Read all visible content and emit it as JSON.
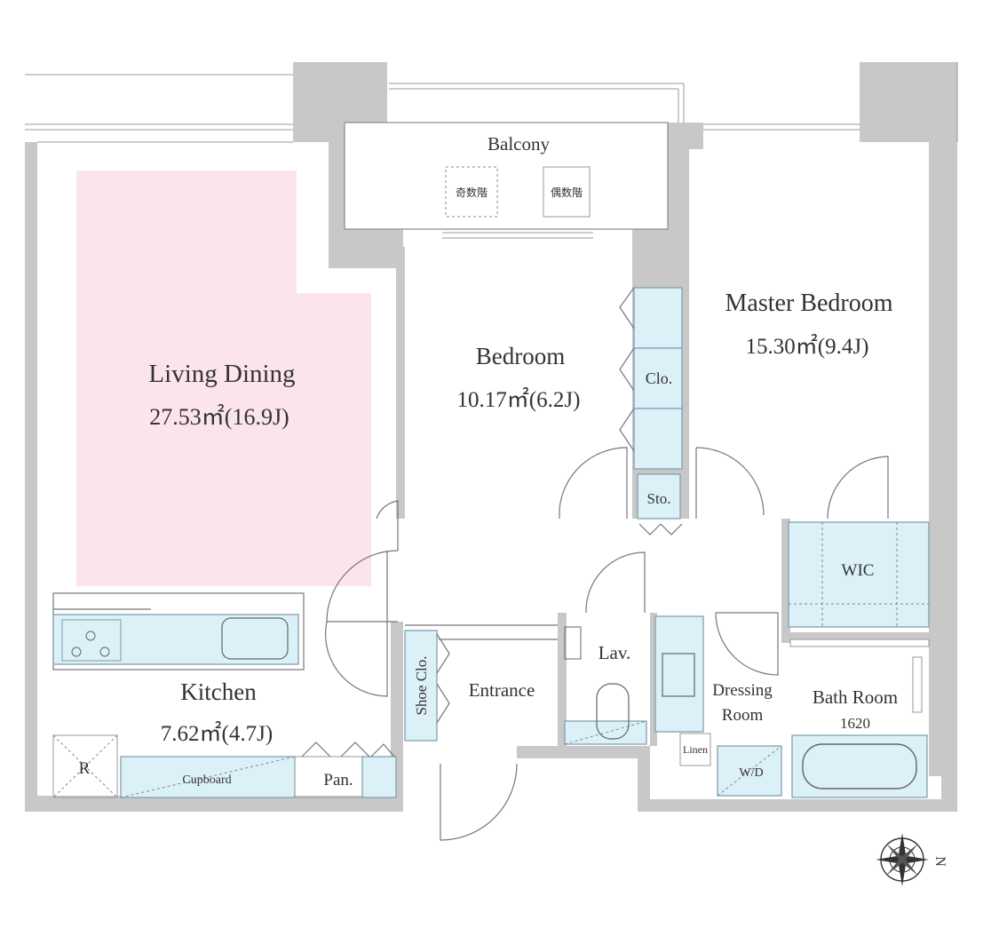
{
  "rooms": {
    "balcony": {
      "name": "Balcony"
    },
    "stairs_odd": {
      "name": "奇数階"
    },
    "stairs_even": {
      "name": "偶数階"
    },
    "living": {
      "name": "Living Dining",
      "area": "27.53㎡(16.9J)"
    },
    "bedroom": {
      "name": "Bedroom",
      "area": "10.17㎡(6.2J)"
    },
    "master": {
      "name": "Master Bedroom",
      "area": "15.30㎡(9.4J)"
    },
    "closet": {
      "name": "Clo."
    },
    "storage": {
      "name": "Sto."
    },
    "wic": {
      "name": "WIC"
    },
    "kitchen": {
      "name": "Kitchen",
      "area": "7.62㎡(4.7J)"
    },
    "refrigerator": {
      "name": "R"
    },
    "cupboard": {
      "name": "Cupboard"
    },
    "pantry": {
      "name": "Pan."
    },
    "shoe_closet": {
      "name": "Shoe Clo."
    },
    "entrance": {
      "name": "Entrance"
    },
    "lavatory": {
      "name": "Lav."
    },
    "dressing": {
      "name_line1": "Dressing",
      "name_line2": "Room"
    },
    "linen": {
      "name": "Linen"
    },
    "washer": {
      "name": "W/D"
    },
    "bath": {
      "name": "Bath Room",
      "size": "1620"
    }
  },
  "compass": {
    "label": "N"
  },
  "colors": {
    "wall": "#c8c8c8",
    "living_highlight": "#fbe4ec",
    "fixture": "#dcf0f8"
  }
}
